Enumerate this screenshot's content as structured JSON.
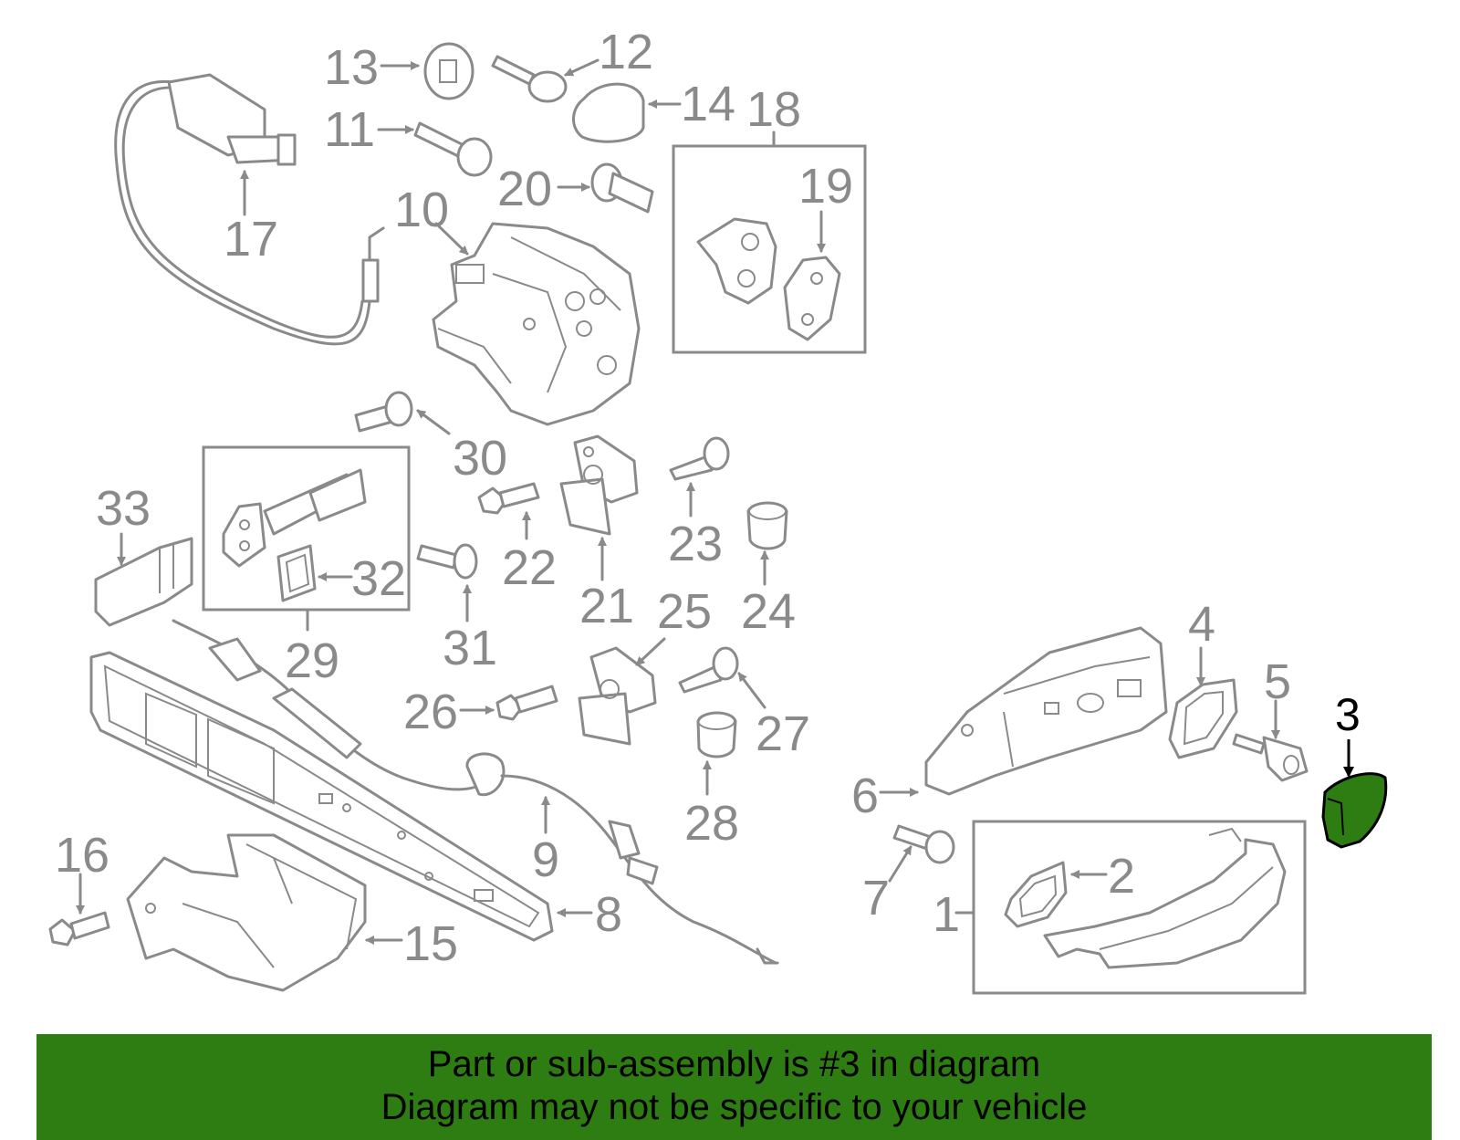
{
  "diagram": {
    "highlight_color": "#2e7d12",
    "line_color": "#8a8a8a",
    "highlighted_part": "3",
    "labels": {
      "p1": "1",
      "p2": "2",
      "p3": "3",
      "p4": "4",
      "p5": "5",
      "p6": "6",
      "p7": "7",
      "p8": "8",
      "p9": "9",
      "p10": "10",
      "p11": "11",
      "p12": "12",
      "p13": "13",
      "p14": "14",
      "p15": "15",
      "p16": "16",
      "p17": "17",
      "p18": "18",
      "p19": "19",
      "p20": "20",
      "p21": "21",
      "p22": "22",
      "p23": "23",
      "p24": "24",
      "p25": "25",
      "p26": "26",
      "p27": "27",
      "p28": "28",
      "p29": "29",
      "p30": "30",
      "p31": "31",
      "p32": "32",
      "p33": "33"
    }
  },
  "banner": {
    "line1": "Part or sub-assembly is #3 in diagram",
    "line2": "Diagram may not be specific to your vehicle",
    "background": "#2e7d12"
  }
}
